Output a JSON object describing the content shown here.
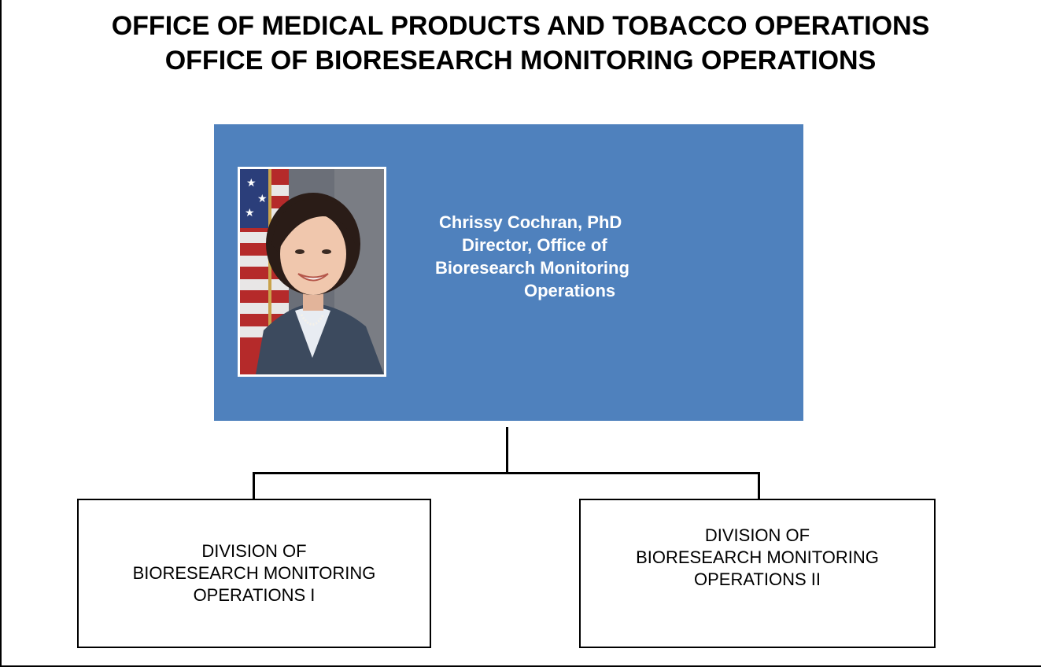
{
  "header": {
    "title_line1": "OFFICE OF MEDICAL PRODUCTS AND TOBACCO OPERATIONS",
    "title_line2": "OFFICE OF BIORESEARCH MONITORING OPERATIONS"
  },
  "director": {
    "name": "Chrissy Cochran, PhD",
    "title_line1": "Director, Office of",
    "title_line2": "Bioresearch Monitoring",
    "title_line3": "Operations",
    "box_color": "#4f81bd",
    "photo_icon": "portrait-photo"
  },
  "divisions": [
    {
      "line1": "DIVISION OF",
      "line2": "BIORESEARCH MONITORING",
      "line3": "OPERATIONS I"
    },
    {
      "line1": "DIVISION OF",
      "line2": "BIORESEARCH MONITORING",
      "line3": "OPERATIONS II"
    }
  ]
}
